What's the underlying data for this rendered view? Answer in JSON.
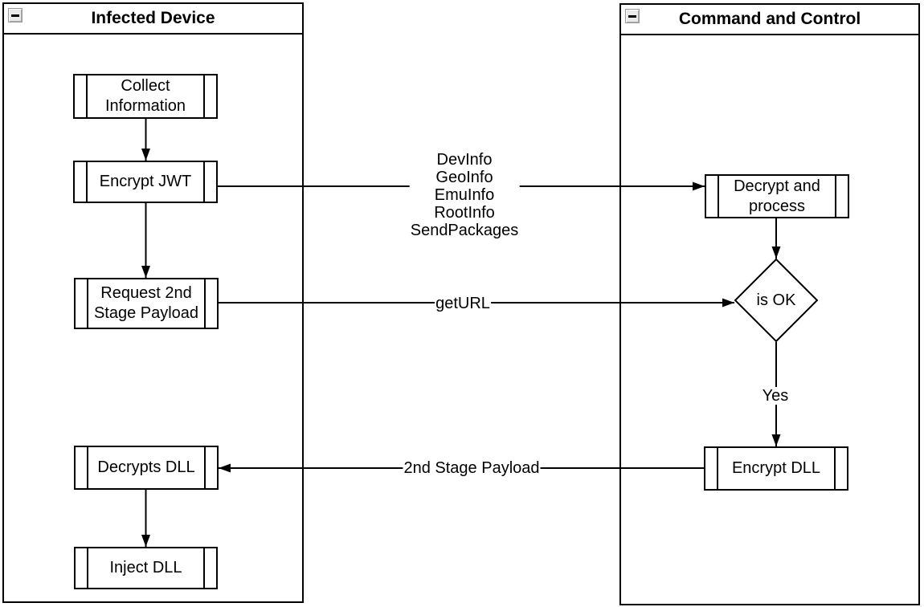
{
  "diagram": {
    "lanes": [
      {
        "title": "Infected Device"
      },
      {
        "title": "Command and Control"
      }
    ],
    "nodes": {
      "collect_information": "Collect Information",
      "encrypt_jwt": "Encrypt JWT",
      "request_2nd_stage": "Request 2nd Stage Payload",
      "decrypts_dll": "Decrypts DLL",
      "inject_dll": "Inject DLL",
      "decrypt_and_process": "Decrypt and process",
      "is_ok": "is OK",
      "encrypt_dll": "Encrypt DLL"
    },
    "edge_labels": {
      "send_info_lines": [
        "DevInfo",
        "GeoInfo",
        "EmuInfo",
        "RootInfo",
        "SendPackages"
      ],
      "get_url": "getURL",
      "yes": "Yes",
      "second_stage_payload": "2nd Stage Payload"
    },
    "colors": {
      "stroke": "#000000",
      "fill": "#ffffff",
      "collapse_button_bg": "#e9e9e9"
    }
  }
}
